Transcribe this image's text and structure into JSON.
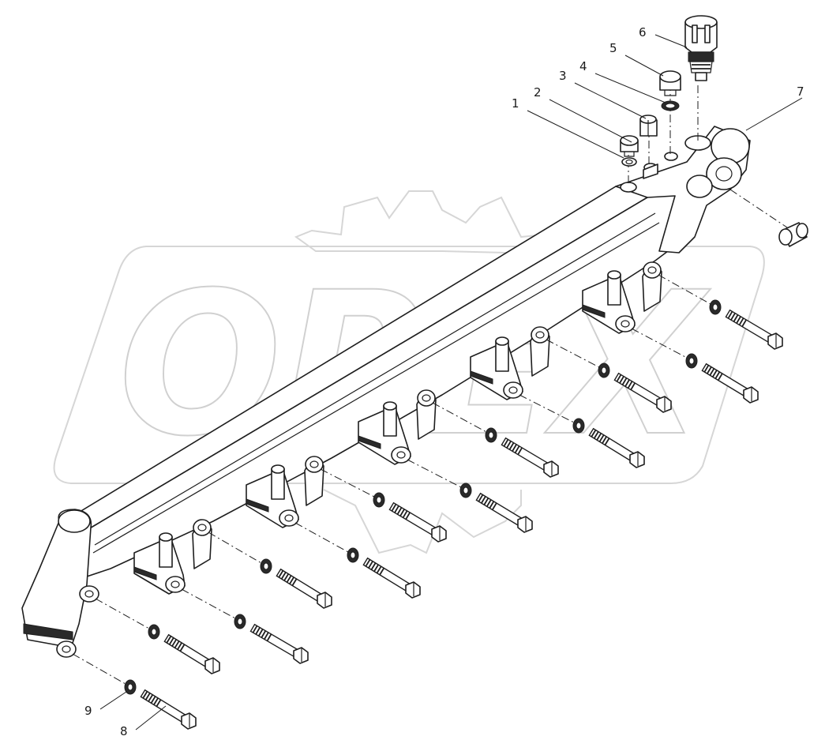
{
  "diagram": {
    "watermark_text": "OPEX",
    "corner_mark": "",
    "callouts": [
      {
        "id": "c1",
        "label": "1"
      },
      {
        "id": "c2",
        "label": "2"
      },
      {
        "id": "c3",
        "label": "3"
      },
      {
        "id": "c4",
        "label": "4"
      },
      {
        "id": "c5",
        "label": "5"
      },
      {
        "id": "c6",
        "label": "6"
      },
      {
        "id": "c7",
        "label": "7"
      },
      {
        "id": "c8",
        "label": "8"
      },
      {
        "id": "c9",
        "label": "9"
      }
    ],
    "colors": {
      "line": "#1e1e1e",
      "watermark": "#d6d6d6",
      "background": "#ffffff"
    }
  }
}
